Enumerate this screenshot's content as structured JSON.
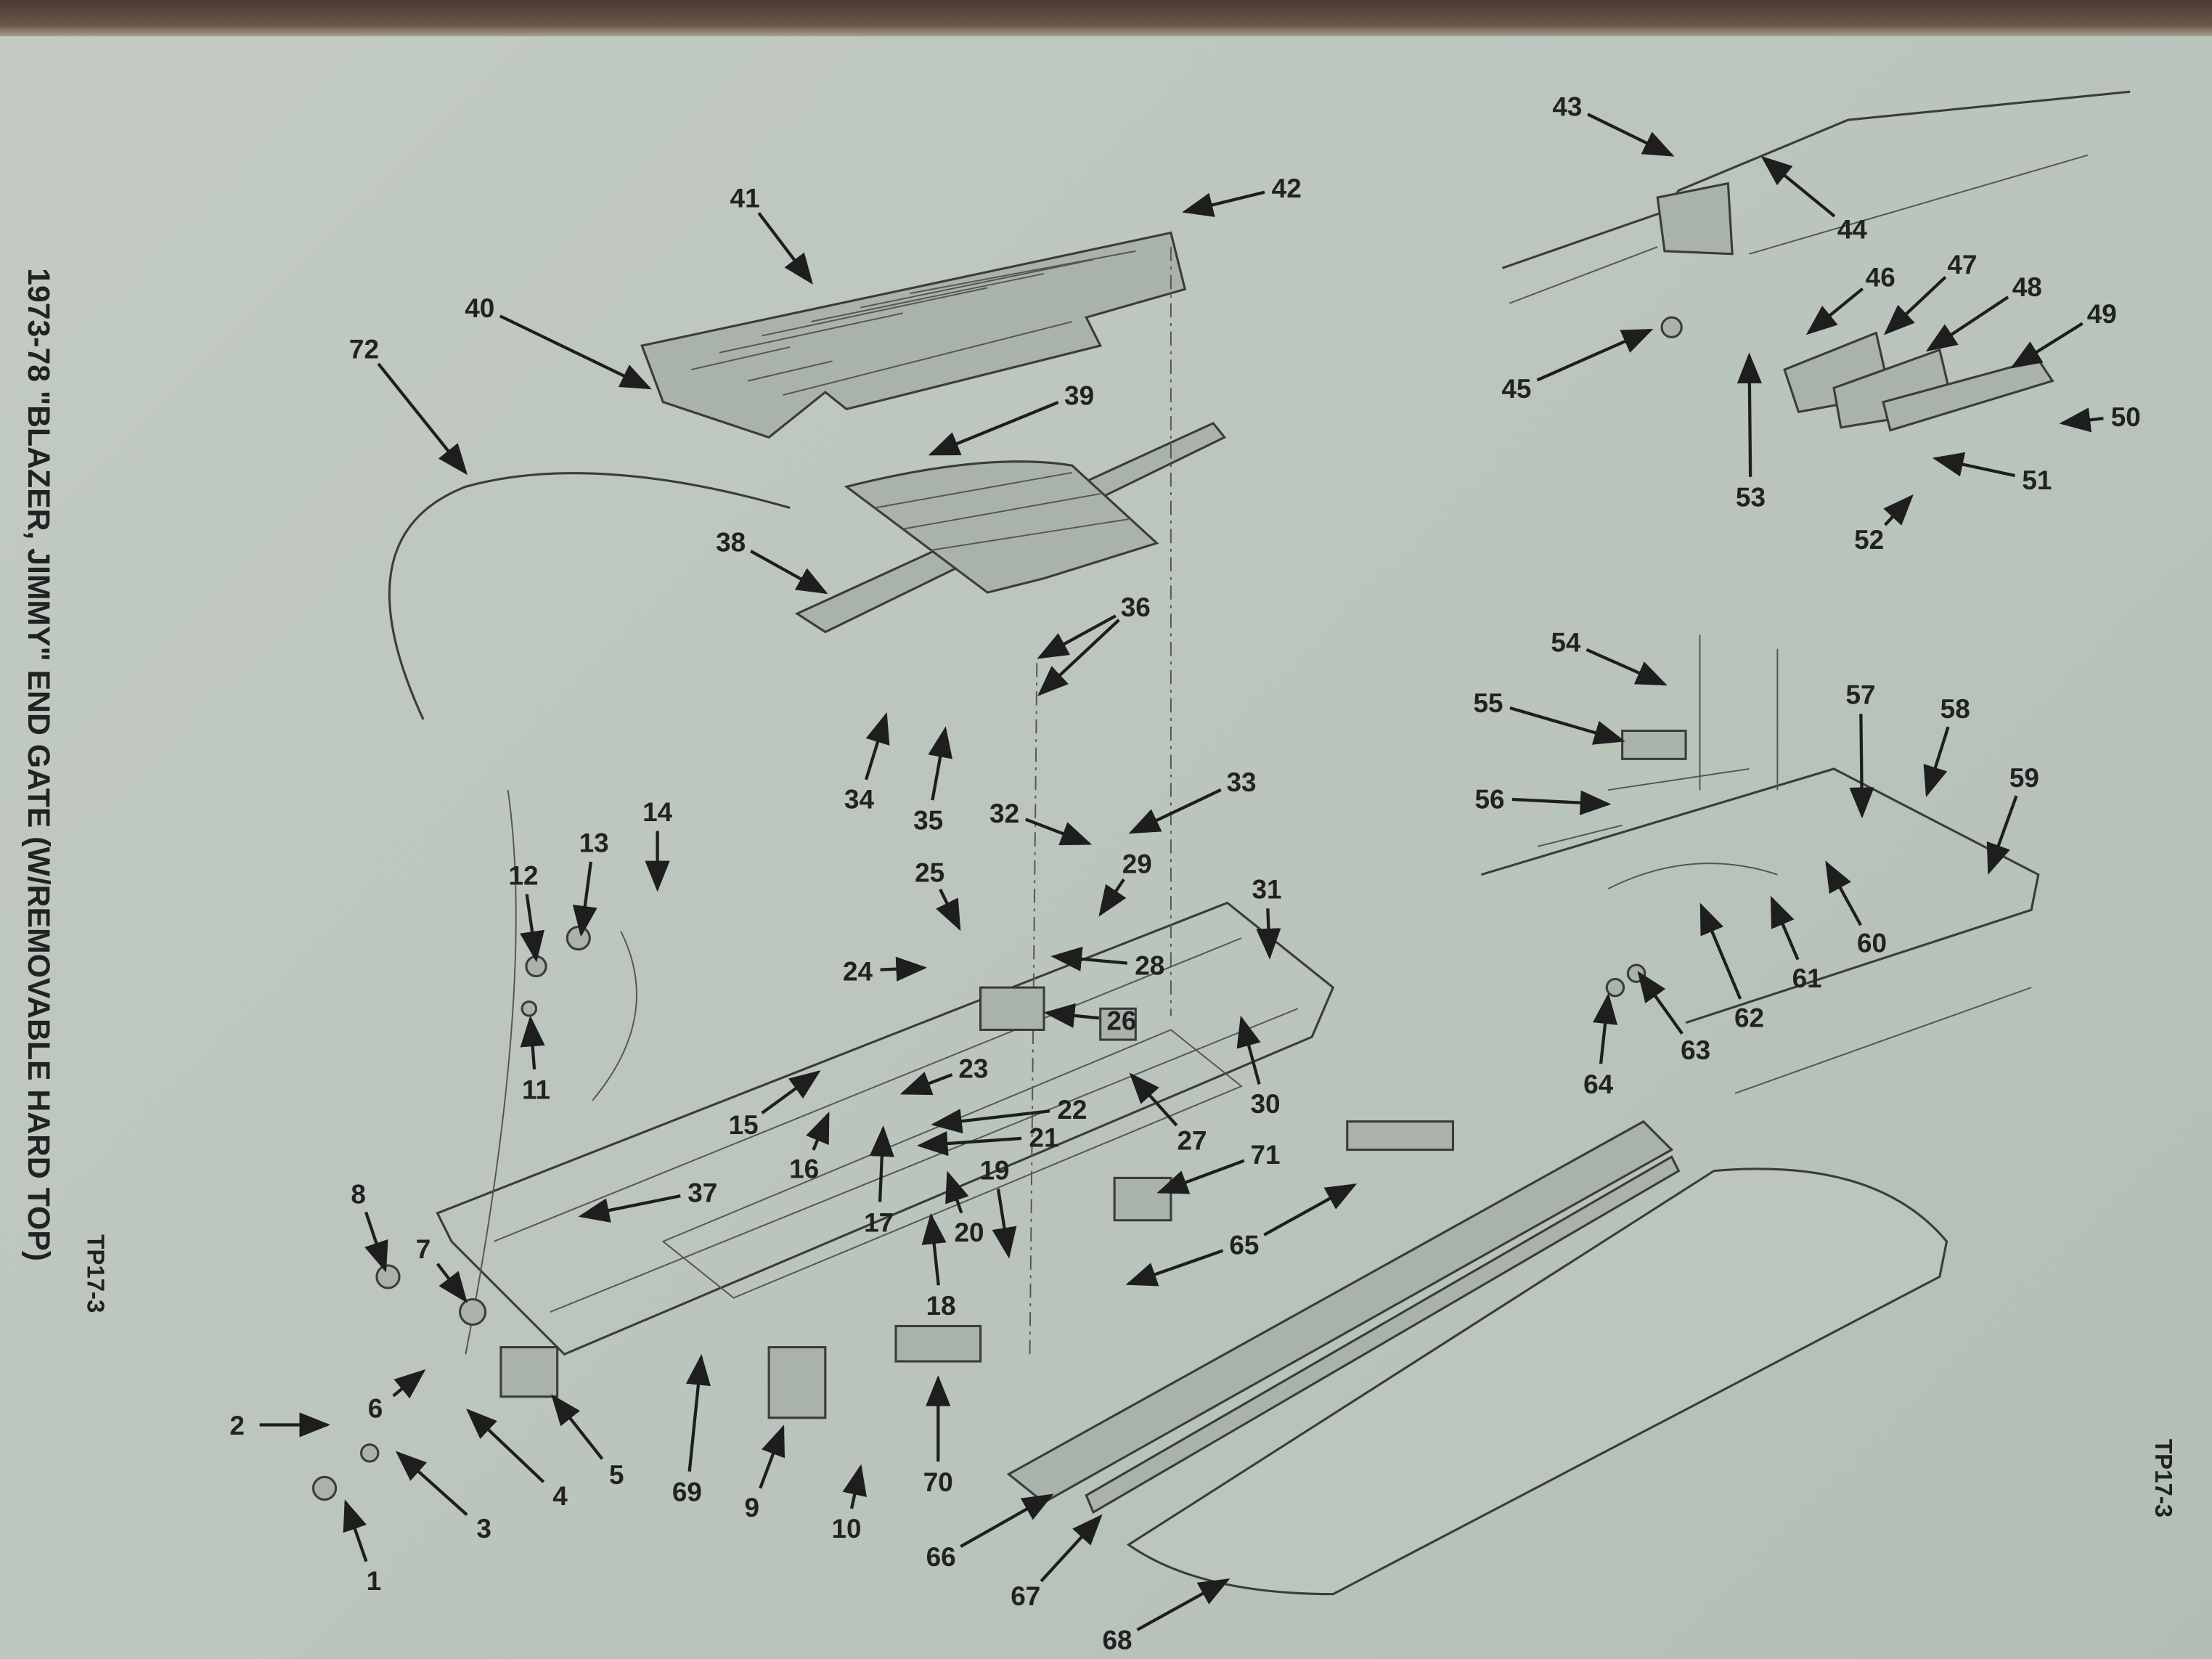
{
  "title": "1973-78 \"BLAZER, JIMMY\" END GATE (W/REMOVABLE HARD TOP)",
  "page_code_left": "TP17-3",
  "page_code_right": "TP17-3",
  "callouts": [
    "1",
    "2",
    "3",
    "4",
    "5",
    "6",
    "7",
    "8",
    "9",
    "10",
    "11",
    "12",
    "13",
    "14",
    "15",
    "16",
    "17",
    "18",
    "19",
    "20",
    "21",
    "22",
    "23",
    "24",
    "25",
    "26",
    "27",
    "28",
    "29",
    "30",
    "31",
    "32",
    "33",
    "34",
    "35",
    "36",
    "37",
    "38",
    "39",
    "40",
    "41",
    "42",
    "43",
    "44",
    "45",
    "46",
    "47",
    "48",
    "49",
    "50",
    "51",
    "52",
    "53",
    "54",
    "55",
    "56",
    "57",
    "58",
    "59",
    "60",
    "61",
    "62",
    "63",
    "64",
    "65",
    "66",
    "67",
    "68",
    "69",
    "70",
    "71",
    "72"
  ]
}
